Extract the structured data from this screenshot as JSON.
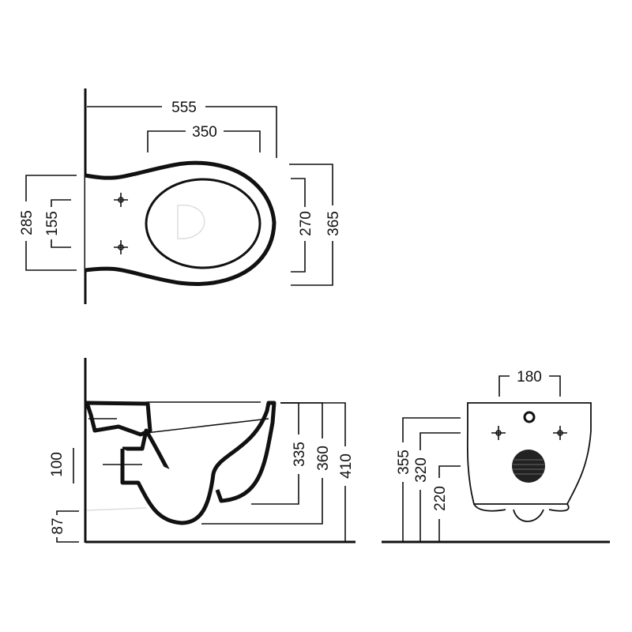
{
  "top_view": {
    "dimensions": {
      "overall_length": "555",
      "bowl_length": "350",
      "width_at_wall": "285",
      "fixing_spacing": "155",
      "bowl_width": "270",
      "overall_width": "365"
    }
  },
  "side_view": {
    "dimensions": {
      "outlet_height": "100",
      "inlet_offset": "87",
      "bowl_depth": "335",
      "trap_height": "360",
      "overall_height": "410"
    }
  },
  "front_view": {
    "dimensions": {
      "fixing_top_spacing": "180",
      "height_355": "355",
      "height_320": "320",
      "height_220": "220"
    }
  }
}
